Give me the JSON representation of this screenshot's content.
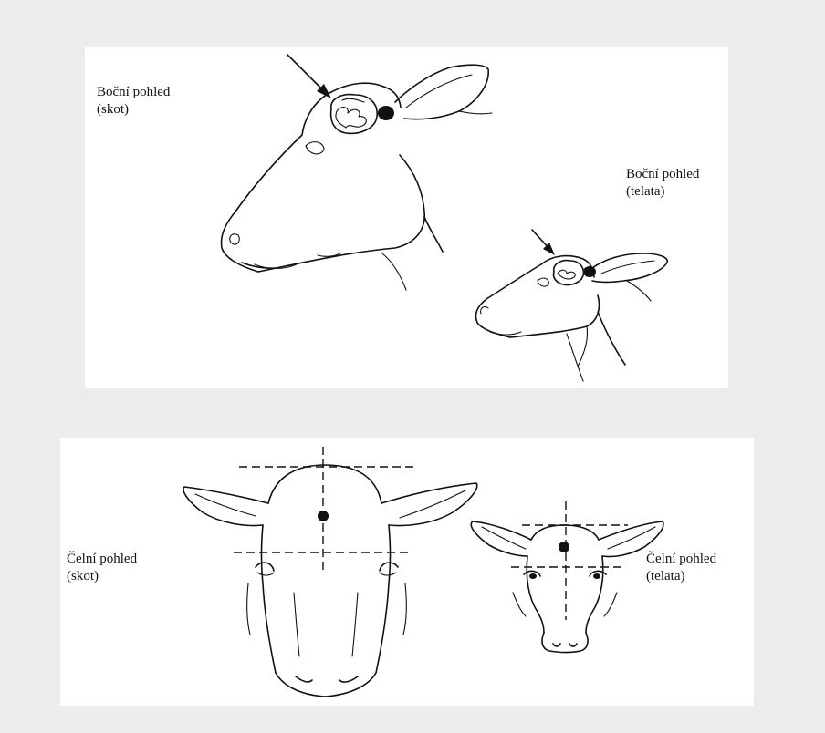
{
  "top_panel": {
    "label_adult_side": {
      "line1": "Boční pohled",
      "line2": "(skot)"
    },
    "label_calf_side": {
      "line1": "Boční pohled",
      "line2": "(telata)"
    }
  },
  "bottom_panel": {
    "label_adult_front": {
      "line1": "Čelní pohled",
      "line2": "(skot)"
    },
    "label_calf_front": {
      "line1": "Čelní pohled",
      "line2": "(telata)"
    }
  },
  "colors": {
    "background": "#ececec",
    "panel": "#ffffff",
    "ink": "#111111"
  },
  "icons": [
    "arrow-icon",
    "brain-icon",
    "target-dot-icon",
    "crosshair-guide-icon"
  ]
}
